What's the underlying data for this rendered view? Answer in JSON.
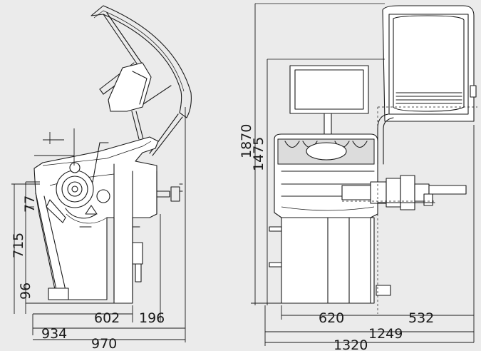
{
  "dimensions": {
    "d934": "934",
    "d970": "970",
    "d602": "602",
    "d196": "196",
    "d715": "715",
    "d96": "96",
    "d77": "77",
    "d1870": "1870",
    "d1475": "1475",
    "d620": "620",
    "d532": "532",
    "d1249": "1249",
    "d1320": "1320"
  }
}
